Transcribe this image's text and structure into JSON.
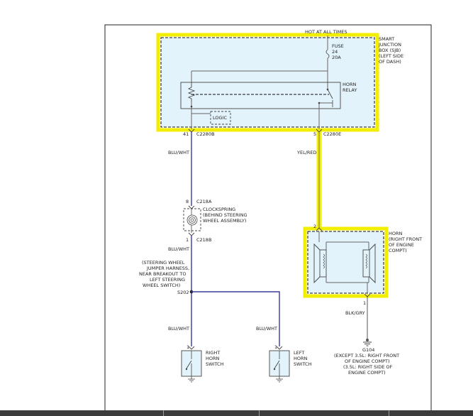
{
  "labels": {
    "hot_at_all_times": "HOT AT ALL TIMES",
    "fuse": [
      "FUSE",
      "24",
      "20A"
    ],
    "sjb": [
      "SMART",
      "JUNCTION",
      "BOX (SJB)",
      "(LEFT SIDE",
      "OF DASH)"
    ],
    "horn_relay": [
      "HORN",
      "RELAY"
    ],
    "logic": "LOGIC",
    "conn_c2280b_pin": "41",
    "conn_c2280b": "C2280B",
    "conn_c2280e_pin": "5",
    "conn_c2280e": "C2280E",
    "wire_blu_wht": "BLU/WHT",
    "wire_yel_red": "YEL/RED",
    "conn_c218a_pin": "8",
    "conn_c218a": "C218A",
    "clockspring": [
      "CLOCKSPRING",
      "(BEHIND STEERING",
      "WHEEL ASSEMBLY)"
    ],
    "conn_c218b_pin": "1",
    "conn_c218b": "C218B",
    "harness_note": [
      "(STEERING WHEEL",
      "JUMPER HARNESS,",
      "NEAR BREAKOUT TO",
      "LEFT STEERING",
      "WHEEL SWITCH)"
    ],
    "splice": "S202",
    "horn_pin_top": "2",
    "horn": [
      "HORN",
      "(RIGHT FRONT",
      "OF ENGINE",
      "COMPT)"
    ],
    "horn_pin_bottom": "1",
    "wire_blk_gry": "BLK/GRY",
    "ground": "G104",
    "ground_note": [
      "(EXCEPT 3.5L: RIGHT FRONT",
      "OF ENGINE COMPT)",
      "(3.5L: RIGHT SIDE OF",
      "ENGINE COMPT)"
    ],
    "right_switch_pin": "1",
    "right_switch": [
      "RIGHT",
      "HORN",
      "SWITCH"
    ],
    "left_switch_pin": "1",
    "left_switch": [
      "LEFT",
      "HORN",
      "SWITCH"
    ]
  },
  "colors": {
    "highlight": "#f2ee00",
    "box_fill": "#e3f3fb",
    "blue_wire": "#3a3aa0"
  }
}
